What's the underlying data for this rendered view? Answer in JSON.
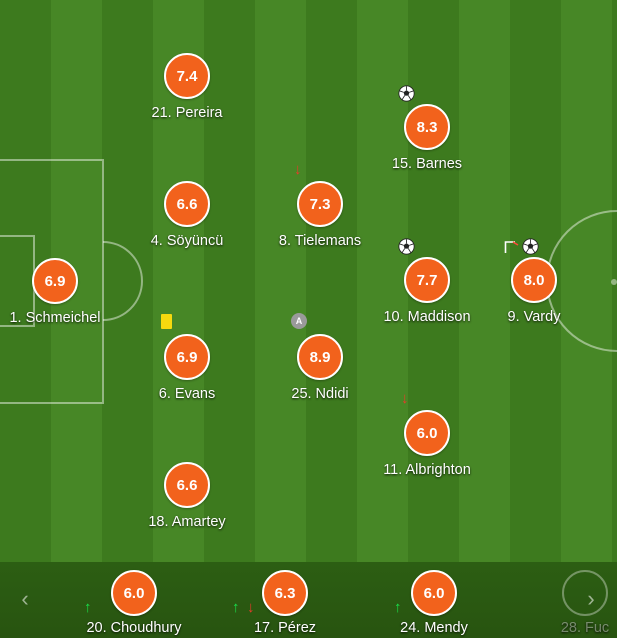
{
  "colors": {
    "rating_bg": "#f2621c",
    "pitch_dark": "#3d7a1e",
    "pitch_light": "#478726",
    "bench_bg": "#2c5e13"
  },
  "players": [
    {
      "id": "schmeichel",
      "rating": "6.9",
      "name": "1. Schmeichel"
    },
    {
      "id": "pereira",
      "rating": "7.4",
      "name": "21. Pereira"
    },
    {
      "id": "soyuncu",
      "rating": "6.6",
      "name": "4. Söyüncü"
    },
    {
      "id": "evans",
      "rating": "6.9",
      "name": "6. Evans"
    },
    {
      "id": "amartey",
      "rating": "6.6",
      "name": "18. Amartey"
    },
    {
      "id": "tielemans",
      "rating": "7.3",
      "name": "8. Tielemans"
    },
    {
      "id": "ndidi",
      "rating": "8.9",
      "name": "25. Ndidi"
    },
    {
      "id": "barnes",
      "rating": "8.3",
      "name": "15. Barnes"
    },
    {
      "id": "maddison",
      "rating": "7.7",
      "name": "10. Maddison"
    },
    {
      "id": "albrighton",
      "rating": "6.0",
      "name": "11. Albrighton"
    },
    {
      "id": "vardy",
      "rating": "8.0",
      "name": "9. Vardy"
    }
  ],
  "events": {
    "barnes": "goal-icon",
    "maddison": "goal-icon",
    "vardy": [
      "assist-icon",
      "goal-icon"
    ],
    "tielemans": "subbed-off-icon",
    "albrighton": "subbed-off-icon",
    "evans": "yellow-card-icon",
    "ndidi": "captain-badge"
  },
  "captain_label": "A",
  "bench": {
    "prev_label": "‹",
    "next_label": "›",
    "players": [
      {
        "id": "choudhury",
        "rating": "6.0",
        "name": "20. Choudhury"
      },
      {
        "id": "perez",
        "rating": "6.3",
        "name": "17. Pérez"
      },
      {
        "id": "mendy",
        "rating": "6.0",
        "name": "24. Mendy"
      },
      {
        "id": "fuchs",
        "rating": "",
        "name": "28. Fuc"
      }
    ]
  }
}
